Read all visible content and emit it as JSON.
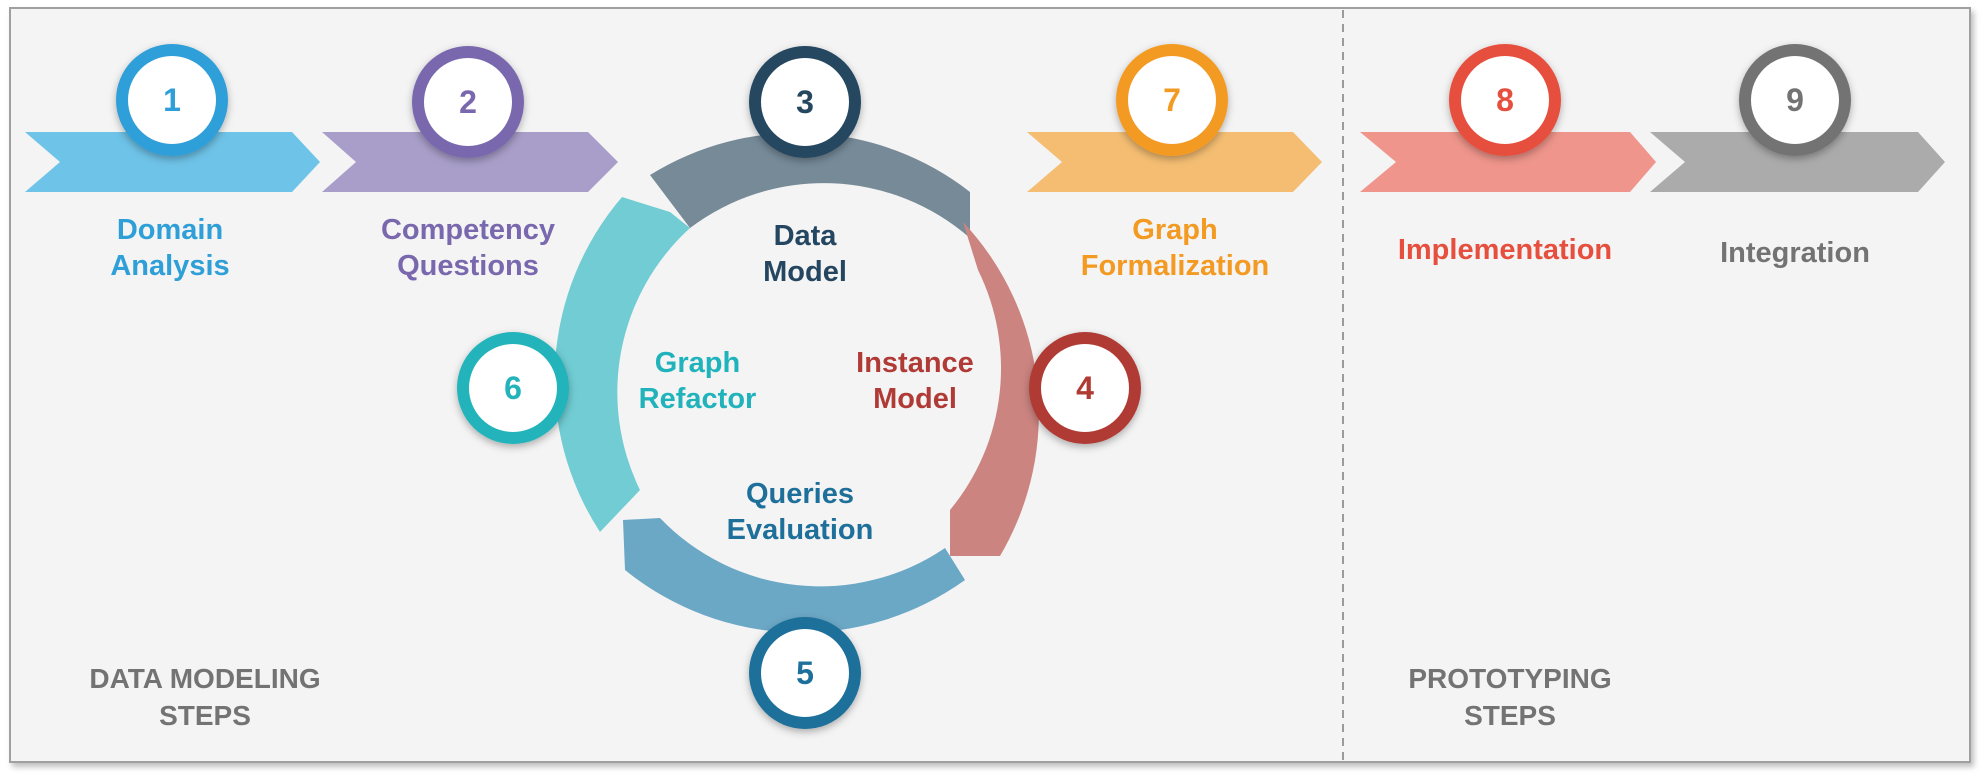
{
  "steps": [
    {
      "number": "1",
      "label_line1": "Domain",
      "label_line2": "Analysis",
      "color": "#2f9fd8",
      "arrow": "#6ec3e8"
    },
    {
      "number": "2",
      "label_line1": "Competency",
      "label_line2": "Questions",
      "color": "#7a68ae",
      "arrow": "#a89ec9"
    },
    {
      "number": "3",
      "label_line1": "Data",
      "label_line2": "Model",
      "color": "#254660",
      "arrow": "#768a98"
    },
    {
      "number": "4",
      "label_line1": "Instance",
      "label_line2": "Model",
      "color": "#b03b36",
      "arrow": "#cb8480"
    },
    {
      "number": "5",
      "label_line1": "Queries",
      "label_line2": "Evaluation",
      "color": "#1e6f9a",
      "arrow": "#6ba8c6"
    },
    {
      "number": "6",
      "label_line1": "Graph",
      "label_line2": "Refactor",
      "color": "#20b3bb",
      "arrow": "#71ccd3"
    },
    {
      "number": "7",
      "label_line1": "Graph",
      "label_line2": "Formalization",
      "color": "#f39a23",
      "arrow": "#f4bd72"
    },
    {
      "number": "8",
      "label_line1": "Implementation",
      "label_line2": "",
      "color": "#e64f3e",
      "arrow": "#ef958b"
    },
    {
      "number": "9",
      "label_line1": "Integration",
      "label_line2": "",
      "color": "#737373",
      "arrow": "#ababab"
    }
  ],
  "sections": {
    "data_modeling_line1": "DATA MODELING",
    "data_modeling_line2": "STEPS",
    "prototyping_line1": "PROTOTYPING",
    "prototyping_line2": "STEPS"
  }
}
